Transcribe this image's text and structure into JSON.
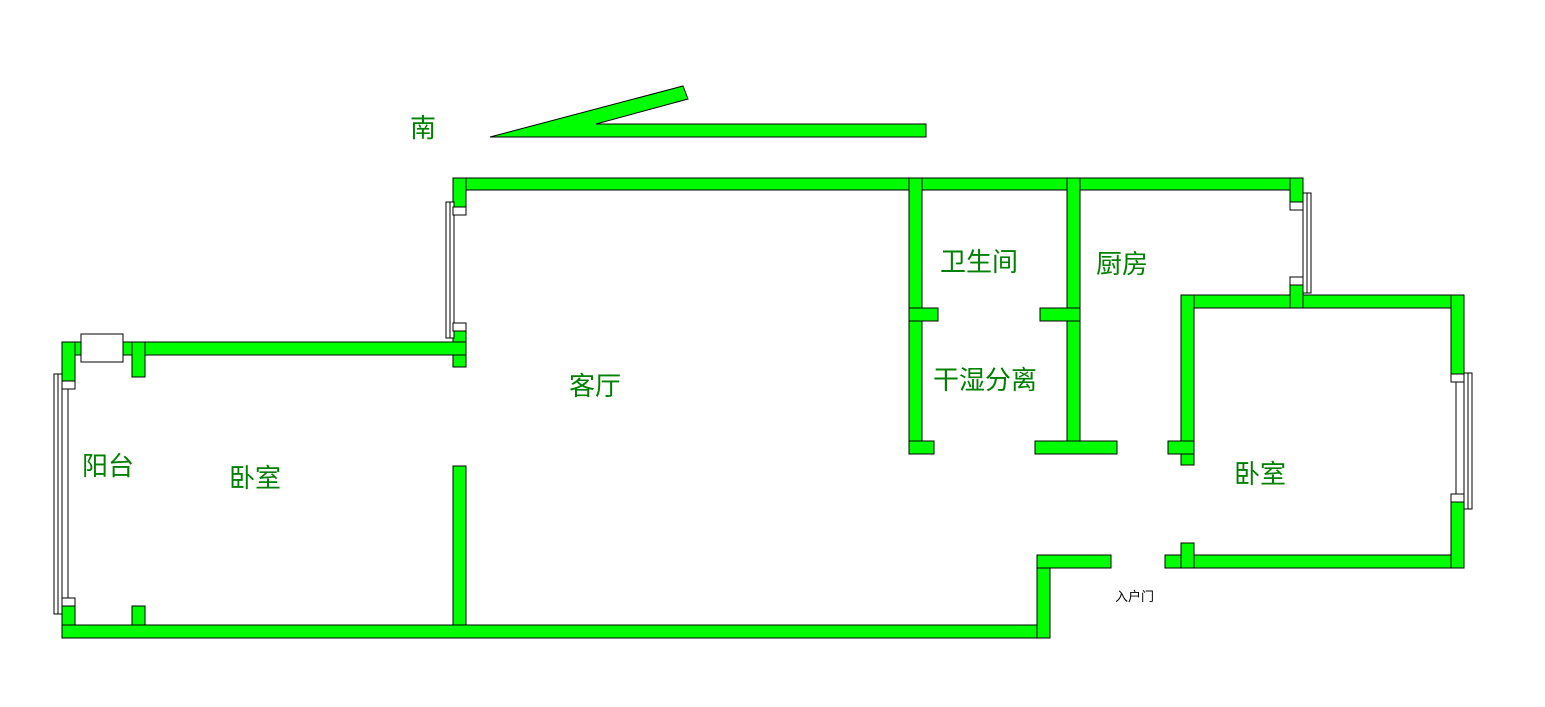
{
  "compass": {
    "direction_label": "南"
  },
  "rooms": {
    "balcony": "阳台",
    "bedroom_left": "卧室",
    "living_room": "客厅",
    "bathroom": "卫生间",
    "dry_wet_separation": "干湿分离",
    "kitchen": "厨房",
    "bedroom_right": "卧室"
  },
  "entrance": {
    "label": "入户门"
  },
  "colors": {
    "wall_fill": "#00ff00",
    "wall_outline": "#000000",
    "room_label": "#008000",
    "background": "#ffffff"
  }
}
